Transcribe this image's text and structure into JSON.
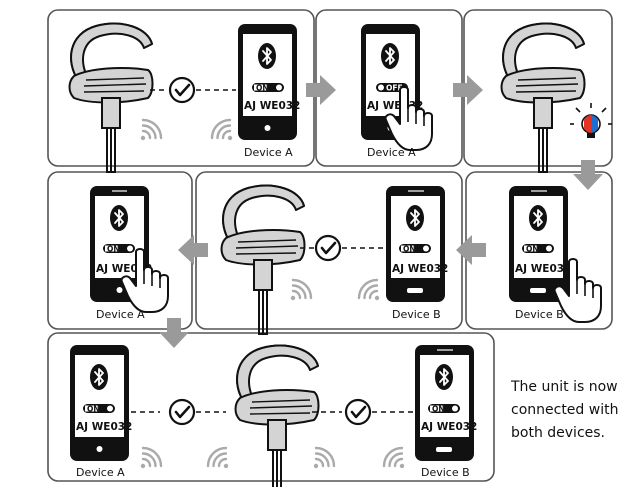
{
  "model_name": "AJ WE032",
  "device_a_label": "Device A",
  "device_b_label": "Device B",
  "toggle_on": "ON",
  "toggle_off": "OFF",
  "caption_lines": [
    "The unit is now",
    "connected with",
    "both devices."
  ],
  "colors": {
    "panel_border": "#555555",
    "arrow": "#9a9a9a",
    "earphone_fill": "#d4d4d4",
    "signal": "#aaaaaa",
    "phone_body": "#111111",
    "led_red": "#e63224",
    "led_blue": "#1f6fd1"
  },
  "icons": [
    "bluetooth-icon",
    "check-icon",
    "signal-icon",
    "hand-pointer-icon",
    "led-icon",
    "arrow-icon",
    "earphone-icon",
    "phone-icon"
  ]
}
